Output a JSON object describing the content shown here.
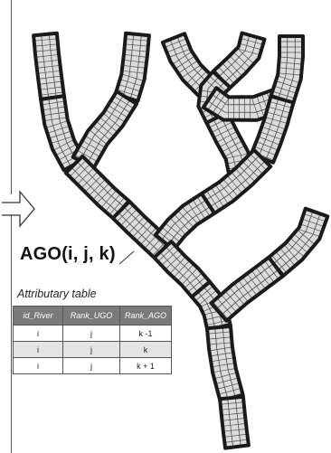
{
  "diagram": {
    "label_ago": "AGO(i, j, k)",
    "arrow_icon": "right-outline-arrow-icon"
  },
  "table": {
    "title": "Attributary table",
    "headers": [
      "id_River",
      "Rank_UGO",
      "Rank_AGO"
    ],
    "rows": [
      [
        "i",
        "j",
        "k -1"
      ],
      [
        "i",
        "j",
        "k"
      ],
      [
        "i",
        "j",
        "k + 1"
      ]
    ]
  },
  "colors": {
    "segment_fill": "#dcdcdc",
    "segment_outline": "#1a1a1a",
    "table_header": "#7a7a7a"
  }
}
